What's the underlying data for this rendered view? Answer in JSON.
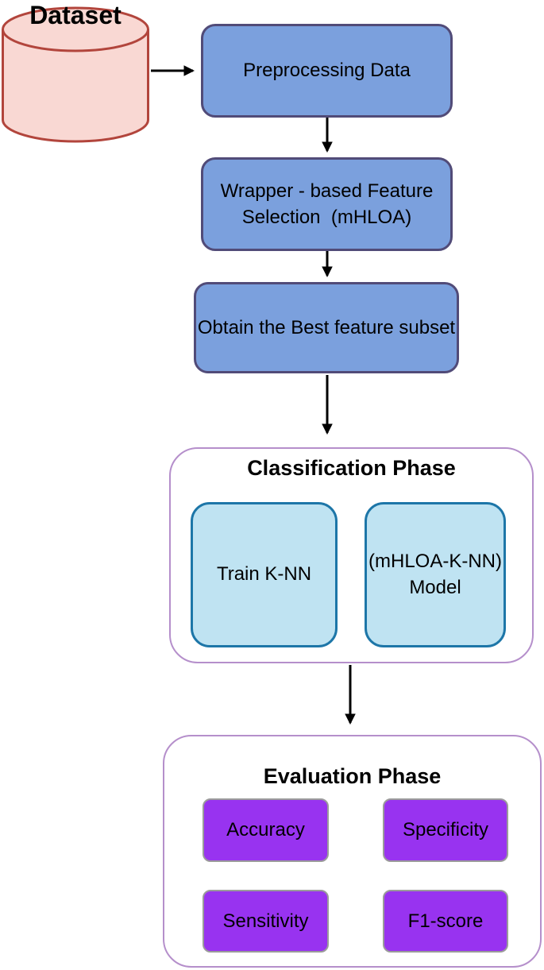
{
  "colors": {
    "pink_fill": "#f9d8d3",
    "pink_border": "#b2453c",
    "blue_fill": "#7ba0dd",
    "blue_border": "#514b78",
    "lightblue_fill": "#bfe3f2",
    "lightblue_border": "#1d76a8",
    "container_border": "#b58fcb",
    "purple_fill": "#9833f0",
    "purple_border": "#9b9b9b",
    "arrow_color": "#000000",
    "background": "#ffffff"
  },
  "diagram": {
    "dataset": {
      "label": "Dataset",
      "shape": "database-cylinder"
    },
    "steps": [
      {
        "label": "Preprocessing Data"
      },
      {
        "label": "Wrapper - based Feature\nSelection  (mHLOA)"
      },
      {
        "label": "Obtain the Best feature subset"
      }
    ],
    "classification": {
      "title": "Classification Phase",
      "boxes": [
        {
          "label": "Train K-NN"
        },
        {
          "label": "(mHLOA-K-NN)\nModel"
        }
      ]
    },
    "evaluation": {
      "title": "Evaluation Phase",
      "metrics": [
        {
          "label": "Accuracy"
        },
        {
          "label": "Specificity"
        },
        {
          "label": "Sensitivity"
        },
        {
          "label": "F1-score"
        }
      ]
    },
    "connections": [
      {
        "from": "dataset",
        "to": "preprocessing-data"
      },
      {
        "from": "preprocessing-data",
        "to": "feature-selection"
      },
      {
        "from": "feature-selection",
        "to": "best-feature-subset"
      },
      {
        "from": "best-feature-subset",
        "to": "classification-phase"
      },
      {
        "from": "classification-phase",
        "to": "evaluation-phase"
      }
    ]
  }
}
